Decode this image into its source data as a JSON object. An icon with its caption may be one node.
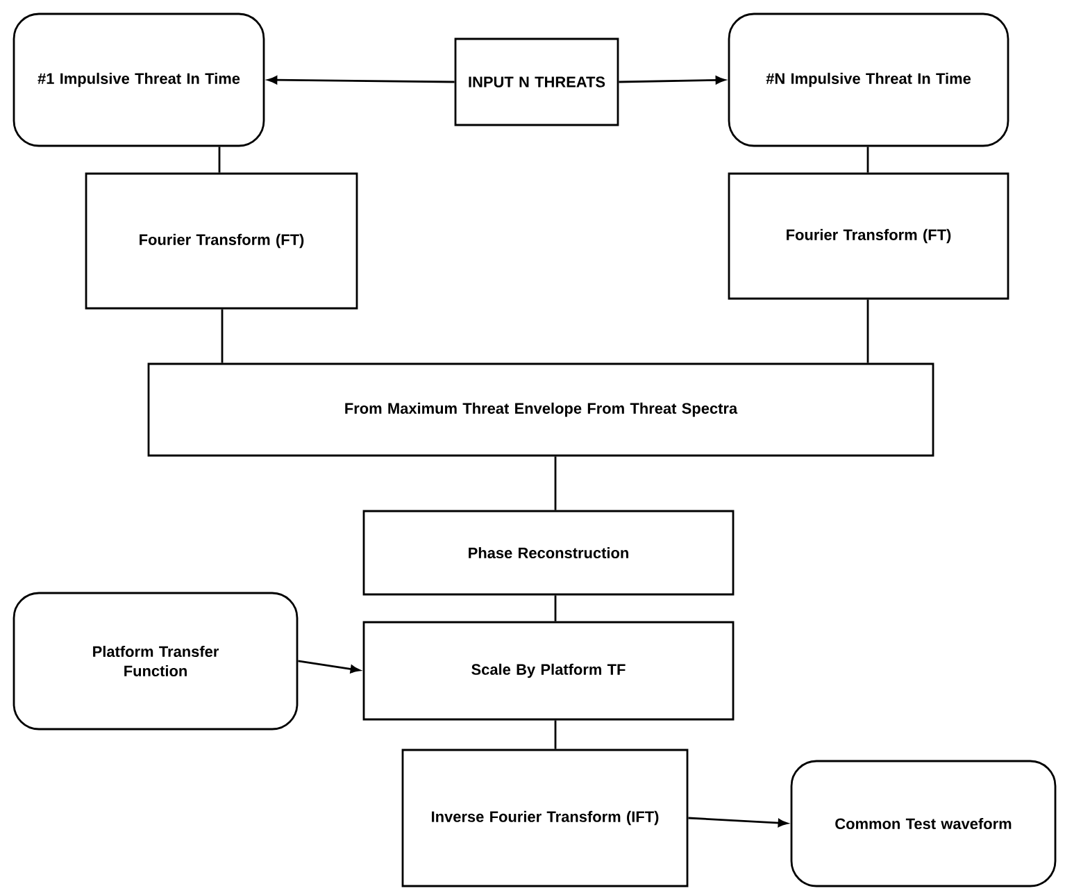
{
  "diagram": {
    "nodes": [
      {
        "text": [
          "#1 Impulsive Threat In Time"
        ]
      },
      {
        "text": [
          "INPUT N THREATS"
        ]
      },
      {
        "text": [
          "#N Impulsive Threat In Time"
        ]
      },
      {
        "text": [
          "Fourier Transform (FT)"
        ]
      },
      {
        "text": [
          "Fourier Transform (FT)"
        ]
      },
      {
        "text": [
          "From Maximum Threat Envelope From Threat Spectra"
        ]
      },
      {
        "text": [
          "Phase Reconstruction"
        ]
      },
      {
        "text": [
          "Platform Transfer Function"
        ]
      },
      {
        "text": [
          "Scale By Platform TF"
        ]
      },
      {
        "text": [
          "Inverse Fourier Transform (IFT)"
        ]
      },
      {
        "text": [
          "Common Test waveform"
        ]
      }
    ],
    "edges": [
      {
        "from": 1,
        "to": 0,
        "arrow": "to"
      },
      {
        "from": 1,
        "to": 2,
        "arrow": "to"
      },
      {
        "from": 0,
        "to": 3,
        "arrow": "none"
      },
      {
        "from": 2,
        "to": 4,
        "arrow": "none"
      },
      {
        "from": 3,
        "to": 5,
        "arrow": "none"
      },
      {
        "from": 4,
        "to": 5,
        "arrow": "none"
      },
      {
        "from": 5,
        "to": 6,
        "arrow": "none"
      },
      {
        "from": 6,
        "to": 8,
        "arrow": "none"
      },
      {
        "from": 7,
        "to": 8,
        "arrow": "to"
      },
      {
        "from": 8,
        "to": 9,
        "arrow": "none"
      },
      {
        "from": 9,
        "to": 10,
        "arrow": "to"
      }
    ]
  }
}
